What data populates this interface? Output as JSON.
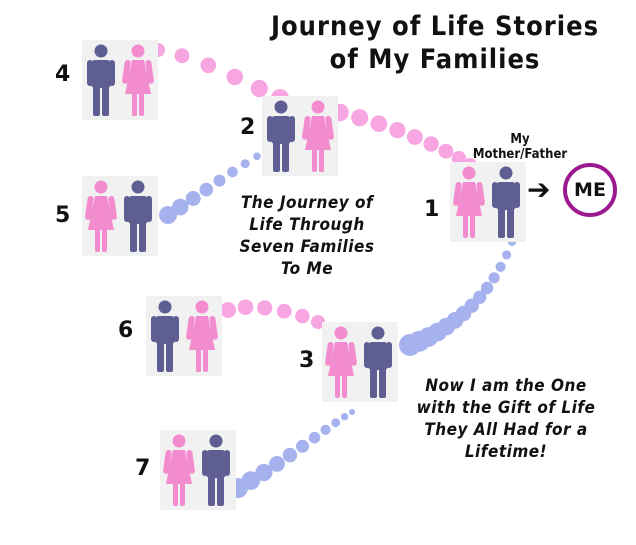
{
  "title": [
    "Journey of Life Stories",
    "of My Families"
  ],
  "center_caption": [
    "The Journey of",
    "Life Through",
    "Seven Families",
    "To Me"
  ],
  "bottom_caption": [
    "Now I am the One",
    "with the Gift of Life",
    "They All Had for a",
    "Lifetime!"
  ],
  "parents_label": [
    "My",
    "Mother/Father"
  ],
  "me_label": "ME",
  "arrow_glyph": "➔",
  "families": [
    {
      "number": "1",
      "order": "female-male"
    },
    {
      "number": "2",
      "order": "male-female"
    },
    {
      "number": "3",
      "order": "female-male"
    },
    {
      "number": "4",
      "order": "male-female"
    },
    {
      "number": "5",
      "order": "female-male"
    },
    {
      "number": "6",
      "order": "male-female"
    },
    {
      "number": "7",
      "order": "female-male"
    }
  ],
  "colors": {
    "female": "#f28ccf",
    "male": "#5e5e93",
    "pink_dots": "#f7a6e2",
    "blue_dots": "#a6b2ee",
    "me_ring": "#9c1a8f"
  },
  "icons": [
    "female-figure-icon",
    "male-figure-icon",
    "arrow-right-icon"
  ]
}
